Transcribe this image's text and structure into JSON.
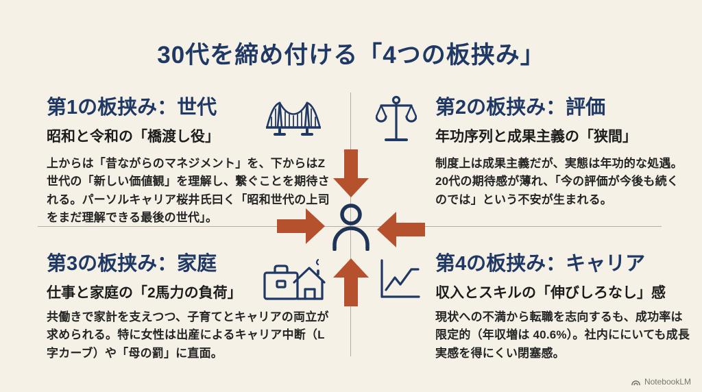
{
  "header": {
    "title": "30代を締め付ける「4つの板挟み」"
  },
  "quadrants": [
    {
      "heading": "第1の板挟み：世代",
      "subtitle": "昭和と令和の「橋渡し役」",
      "body": "上からは「昔ながらのマネジメント」を、下からはZ世代の「新しい価値観」を理解し、繋ぐことを期待される。パーソルキャリア桜井氏曰く「昭和世代の上司をまだ理解できる最後の世代」。",
      "icon": "bridge-icon"
    },
    {
      "heading": "第2の板挟み：評価",
      "subtitle": "年功序列と成果主義の「狭間」",
      "body": "制度上は成果主義だが、実態は年功的な処遇。20代の期待感が薄れ、「今の評価が今後も続くのでは」という不安が生まれる。",
      "icon": "balance-scale-icon"
    },
    {
      "heading": "第3の板挟み：家庭",
      "subtitle": "仕事と家庭の「2馬力の負荷」",
      "body": "共働きで家計を支えつつ、子育てとキャリアの両立が求められる。特に女性は出産によるキャリア中断（L字カーブ）や「母の罰」に直面。",
      "icon": "briefcase-house-icon"
    },
    {
      "heading": "第4の板挟み：キャリア",
      "subtitle": "収入とスキルの「伸びしろなし」感",
      "body": "現状への不満から転職を志向するも、成功率は限定的（年収増は 40.6%）。社内ににいても成長実感を得にくい閉塞感。",
      "icon": "growth-chart-icon"
    }
  ],
  "center": {
    "icon": "person-icon"
  },
  "footer": {
    "brand": "NotebookLM"
  },
  "colors": {
    "background": "#f5f1e7",
    "heading_navy": "#1f3864",
    "body_text": "#242424",
    "arrow_rust": "#b5512d",
    "divider_gray": "#b3ada0",
    "footer_gray": "#75756f"
  }
}
